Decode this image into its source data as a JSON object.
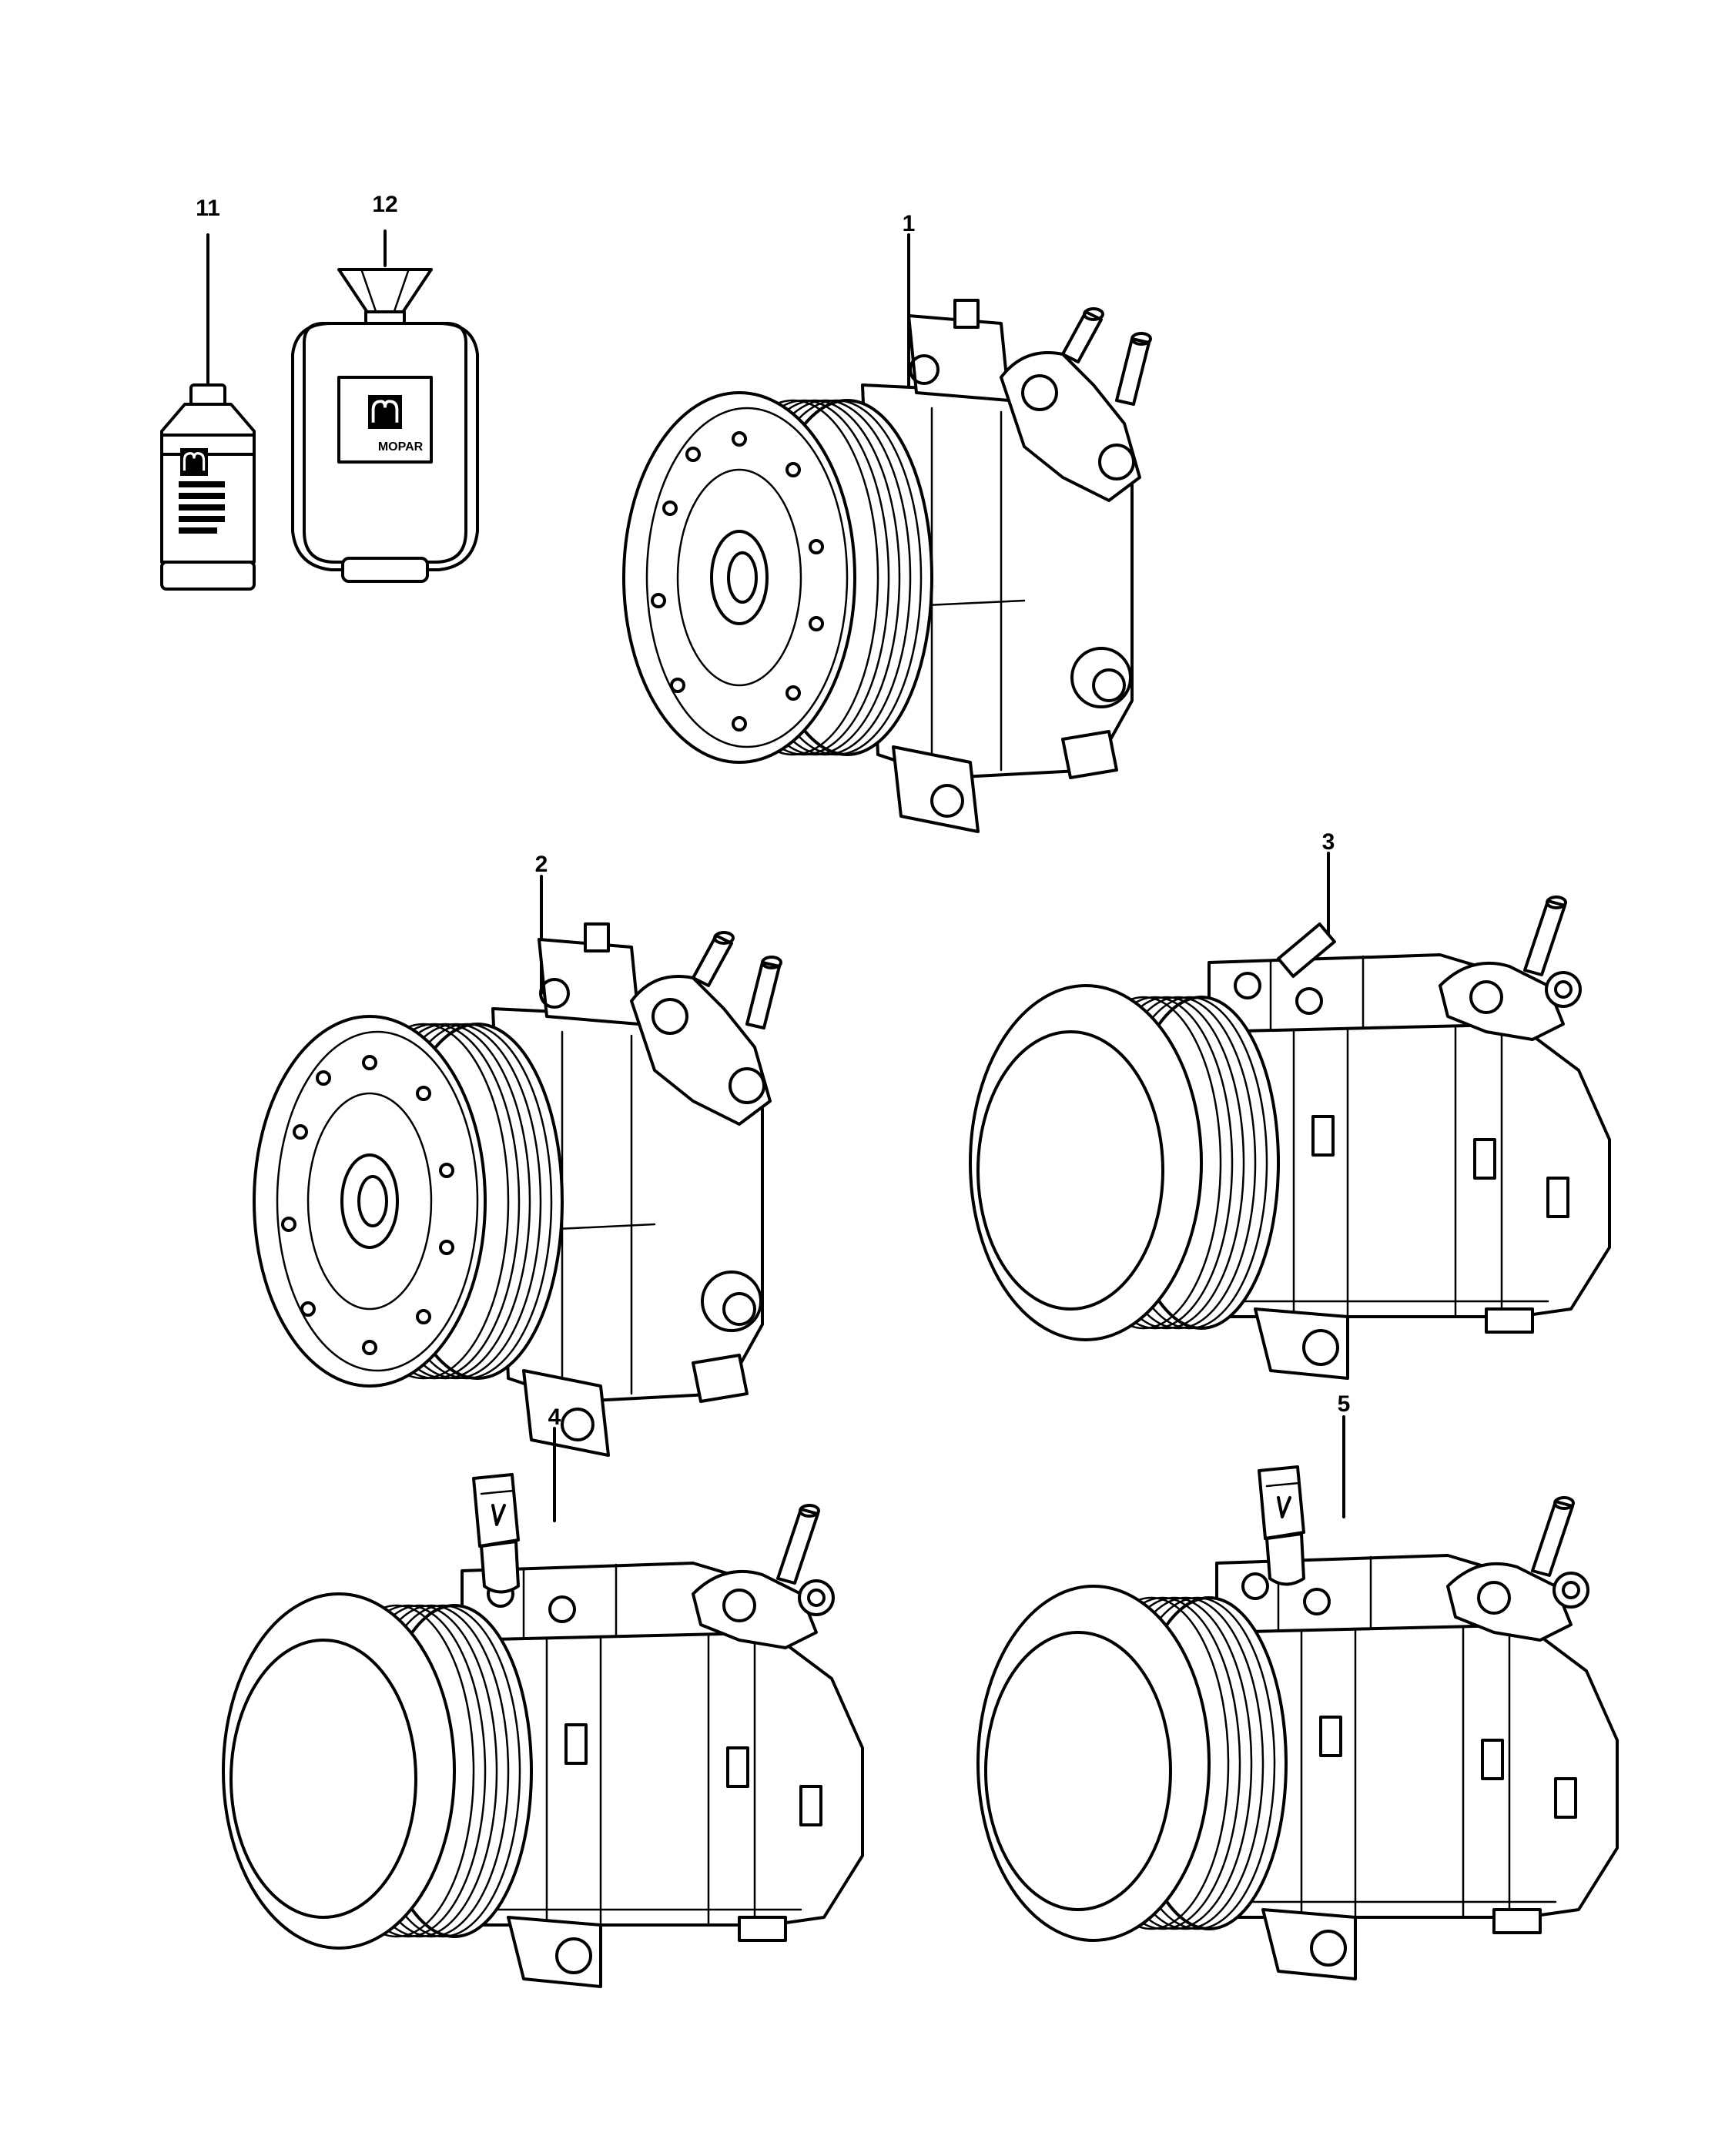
{
  "parts": [
    {
      "id": "part-11",
      "callout": "11",
      "kind": "bottle"
    },
    {
      "id": "part-12",
      "callout": "12",
      "kind": "canister"
    },
    {
      "id": "part-1",
      "callout": "1",
      "kind": "compressor-a"
    },
    {
      "id": "part-2",
      "callout": "2",
      "kind": "compressor-a"
    },
    {
      "id": "part-3",
      "callout": "3",
      "kind": "compressor-b"
    },
    {
      "id": "part-4",
      "callout": "4",
      "kind": "compressor-c"
    },
    {
      "id": "part-5",
      "callout": "5",
      "kind": "compressor-c"
    }
  ],
  "brand_logo": {
    "text": "MOPAR",
    "icon": "mopar-m-logo"
  }
}
